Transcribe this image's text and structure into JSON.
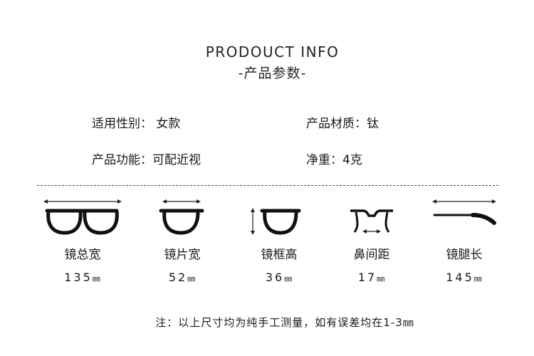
{
  "header": {
    "title": "PRODOUCT INFO",
    "subtitle": "-产品参数-"
  },
  "specs": [
    {
      "label": "适用性别：",
      "value": "女款"
    },
    {
      "label": "产品材质：",
      "value": "钛"
    },
    {
      "label": "产品功能：",
      "value": "可配近视"
    },
    {
      "label": "净重：",
      "value": "4克"
    }
  ],
  "measurements": [
    {
      "label": "镜总宽",
      "value": "135",
      "unit": "㎜",
      "icon": "total-width-icon"
    },
    {
      "label": "镜片宽",
      "value": "52",
      "unit": "㎜",
      "icon": "lens-width-icon"
    },
    {
      "label": "镜框高",
      "value": "36",
      "unit": "㎜",
      "icon": "frame-height-icon"
    },
    {
      "label": "鼻间距",
      "value": "17",
      "unit": "㎜",
      "icon": "bridge-width-icon"
    },
    {
      "label": "镜腿长",
      "value": "145",
      "unit": "㎜",
      "icon": "temple-length-icon"
    }
  ],
  "note": "注：以上尺寸均为纯手工测量，如有误差均在1-3㎜"
}
